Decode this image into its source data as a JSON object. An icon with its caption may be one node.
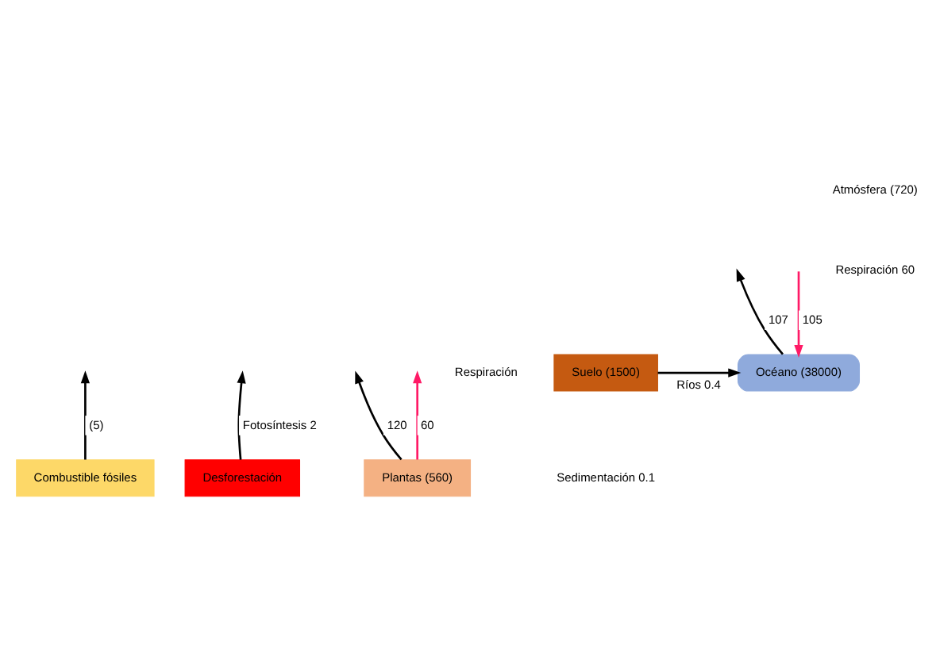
{
  "diagram": {
    "nodes": [
      {
        "text": [
          "Combustible fósiles"
        ]
      },
      {
        "text": [
          "Desforestación"
        ]
      },
      {
        "text": [
          "Plantas (560)"
        ]
      },
      {
        "text": [
          "Suelo (1500)"
        ]
      },
      {
        "text": [
          "Océano (38000)"
        ]
      }
    ],
    "edges": [
      {
        "from": 0,
        "to": null,
        "arrow": "to",
        "label": "(5)"
      },
      {
        "from": 1,
        "to": null,
        "arrow": "to",
        "label": "Fotosíntesis 2"
      },
      {
        "from": 2,
        "to": null,
        "arrow": "to",
        "label": "120"
      },
      {
        "from": 2,
        "to": null,
        "arrow": "to",
        "label": "60",
        "color": "#ff1a66"
      },
      {
        "from": 4,
        "to": null,
        "arrow": "to",
        "label": "107"
      },
      {
        "from": null,
        "to": 4,
        "arrow": "to",
        "label": "105",
        "color": "#ff1a66"
      },
      {
        "from": 3,
        "to": 4,
        "arrow": "to",
        "label": "Ríos 0.4"
      }
    ],
    "labels": [
      "Respiración",
      "Atmósfera (720)",
      "Respiración 60",
      "Sedimentación 0.1"
    ]
  }
}
